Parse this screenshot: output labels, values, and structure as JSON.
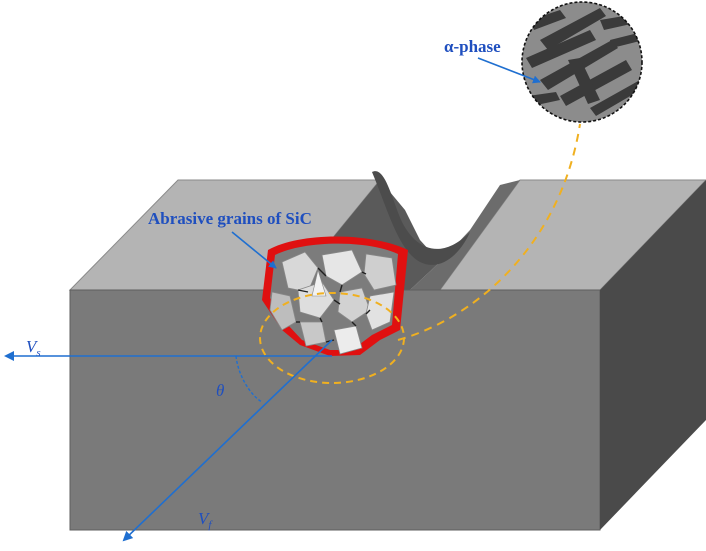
{
  "labels": {
    "abrasive": "Abrasive grains of SiC",
    "alpha_phase": "α-phase",
    "vs": "V",
    "vs_sub": "s",
    "vf": "V",
    "vf_sub": "f",
    "theta": "θ"
  },
  "colors": {
    "arrow": "#1f6fd0",
    "label": "#1f4fbf",
    "tool_outline": "#e01010",
    "dashed": "#f0b020",
    "block_top": "#b4b4b4",
    "block_front": "#7a7a7a",
    "block_side": "#4a4a4a",
    "groove": "#5a5a5a"
  }
}
